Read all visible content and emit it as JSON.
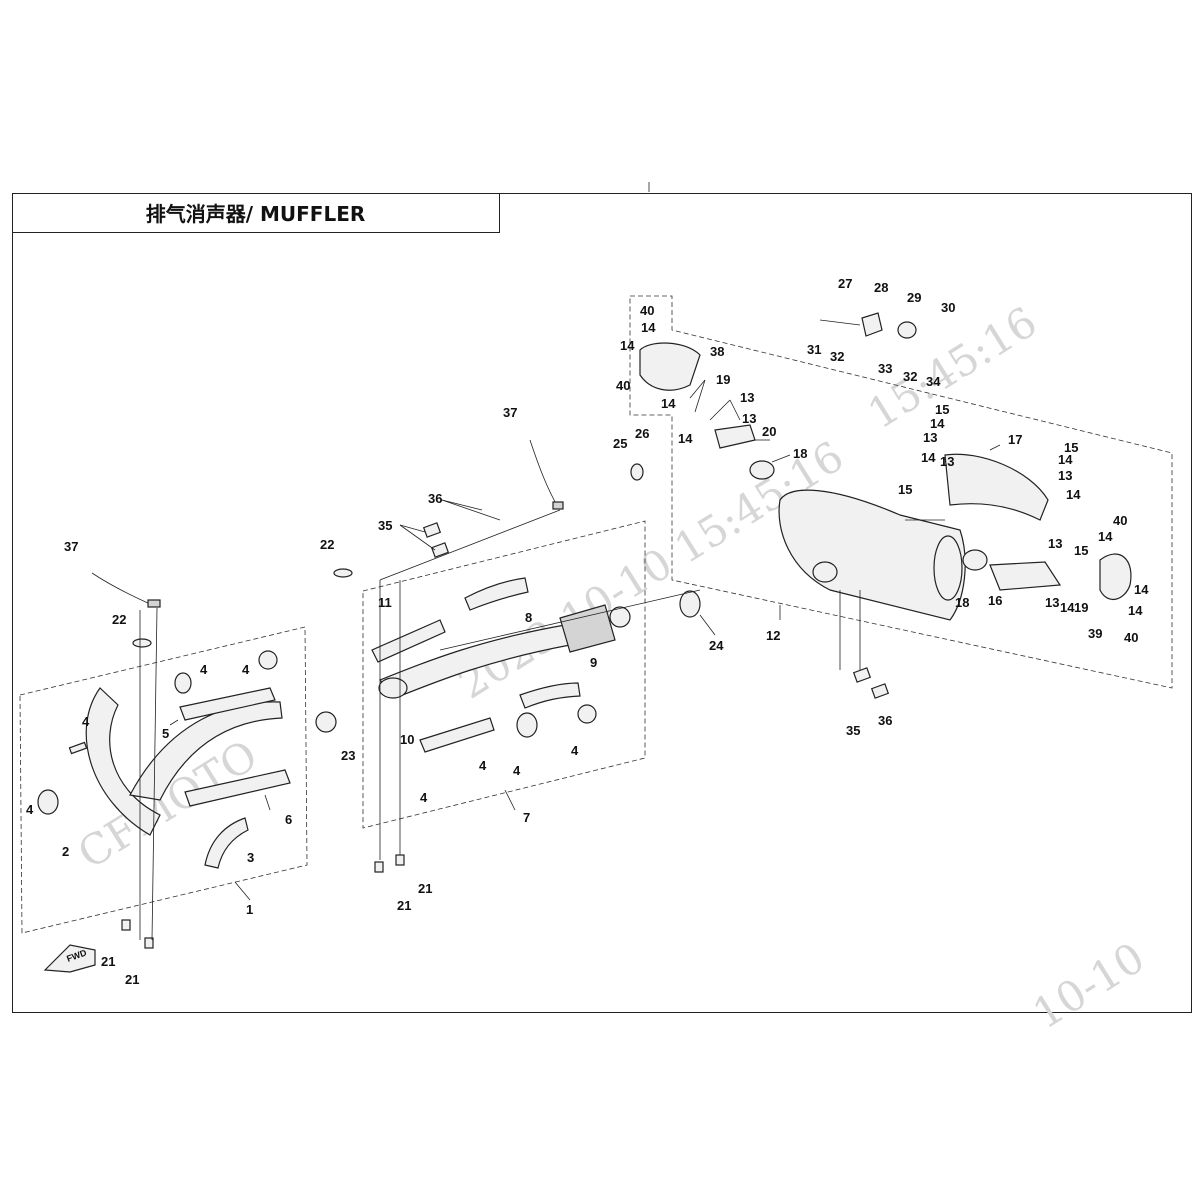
{
  "title": "排气消声器/ MUFFLER",
  "watermarks": {
    "left": "CFMOTO",
    "center": "2023-10-10 15:45:16",
    "right": "15:45:16",
    "bottom_right": "10-10"
  },
  "fwd_label": "FWD",
  "callouts": [
    {
      "id": "c1",
      "text": "1"
    },
    {
      "id": "c2",
      "text": "2"
    },
    {
      "id": "c3",
      "text": "3"
    },
    {
      "id": "c4a",
      "text": "4"
    },
    {
      "id": "c4b",
      "text": "4"
    },
    {
      "id": "c4c",
      "text": "4"
    },
    {
      "id": "c4d",
      "text": "4"
    },
    {
      "id": "c4e",
      "text": "4"
    },
    {
      "id": "c4f",
      "text": "4"
    },
    {
      "id": "c4g",
      "text": "4"
    },
    {
      "id": "c4h",
      "text": "4"
    },
    {
      "id": "c5",
      "text": "5"
    },
    {
      "id": "c6",
      "text": "6"
    },
    {
      "id": "c7",
      "text": "7"
    },
    {
      "id": "c8",
      "text": "8"
    },
    {
      "id": "c9",
      "text": "9"
    },
    {
      "id": "c10",
      "text": "10"
    },
    {
      "id": "c11",
      "text": "11"
    },
    {
      "id": "c12",
      "text": "12"
    },
    {
      "id": "c13a",
      "text": "13"
    },
    {
      "id": "c13b",
      "text": "13"
    },
    {
      "id": "c13c",
      "text": "13"
    },
    {
      "id": "c13d",
      "text": "13"
    },
    {
      "id": "c13e",
      "text": "13"
    },
    {
      "id": "c13f",
      "text": "13"
    },
    {
      "id": "c13g",
      "text": "13"
    },
    {
      "id": "c14a",
      "text": "14"
    },
    {
      "id": "c14b",
      "text": "14"
    },
    {
      "id": "c14c",
      "text": "14"
    },
    {
      "id": "c14d",
      "text": "14"
    },
    {
      "id": "c14e",
      "text": "14"
    },
    {
      "id": "c14f",
      "text": "14"
    },
    {
      "id": "c14g",
      "text": "14"
    },
    {
      "id": "c14h",
      "text": "14"
    },
    {
      "id": "c14i",
      "text": "14"
    },
    {
      "id": "c14j",
      "text": "14"
    },
    {
      "id": "c14k",
      "text": "14"
    },
    {
      "id": "c14l",
      "text": "14"
    },
    {
      "id": "c15a",
      "text": "15"
    },
    {
      "id": "c15b",
      "text": "15"
    },
    {
      "id": "c15c",
      "text": "15"
    },
    {
      "id": "c15d",
      "text": "15"
    },
    {
      "id": "c16",
      "text": "16"
    },
    {
      "id": "c17",
      "text": "17"
    },
    {
      "id": "c18a",
      "text": "18"
    },
    {
      "id": "c18b",
      "text": "18"
    },
    {
      "id": "c19a",
      "text": "19"
    },
    {
      "id": "c19b",
      "text": "19"
    },
    {
      "id": "c20",
      "text": "20"
    },
    {
      "id": "c21a",
      "text": "21"
    },
    {
      "id": "c21b",
      "text": "21"
    },
    {
      "id": "c21c",
      "text": "21"
    },
    {
      "id": "c21d",
      "text": "21"
    },
    {
      "id": "c22a",
      "text": "22"
    },
    {
      "id": "c22b",
      "text": "22"
    },
    {
      "id": "c23",
      "text": "23"
    },
    {
      "id": "c24",
      "text": "24"
    },
    {
      "id": "c25",
      "text": "25"
    },
    {
      "id": "c26",
      "text": "26"
    },
    {
      "id": "c27",
      "text": "27"
    },
    {
      "id": "c28",
      "text": "28"
    },
    {
      "id": "c29",
      "text": "29"
    },
    {
      "id": "c30",
      "text": "30"
    },
    {
      "id": "c31",
      "text": "31"
    },
    {
      "id": "c32a",
      "text": "32"
    },
    {
      "id": "c32b",
      "text": "32"
    },
    {
      "id": "c33",
      "text": "33"
    },
    {
      "id": "c34",
      "text": "34"
    },
    {
      "id": "c35a",
      "text": "35"
    },
    {
      "id": "c35b",
      "text": "35"
    },
    {
      "id": "c36a",
      "text": "36"
    },
    {
      "id": "c36b",
      "text": "36"
    },
    {
      "id": "c37a",
      "text": "37"
    },
    {
      "id": "c37b",
      "text": "37"
    },
    {
      "id": "c38",
      "text": "38"
    },
    {
      "id": "c39",
      "text": "39"
    },
    {
      "id": "c40a",
      "text": "40"
    },
    {
      "id": "c40b",
      "text": "40"
    },
    {
      "id": "c40c",
      "text": "40"
    },
    {
      "id": "c40d",
      "text": "40"
    }
  ]
}
